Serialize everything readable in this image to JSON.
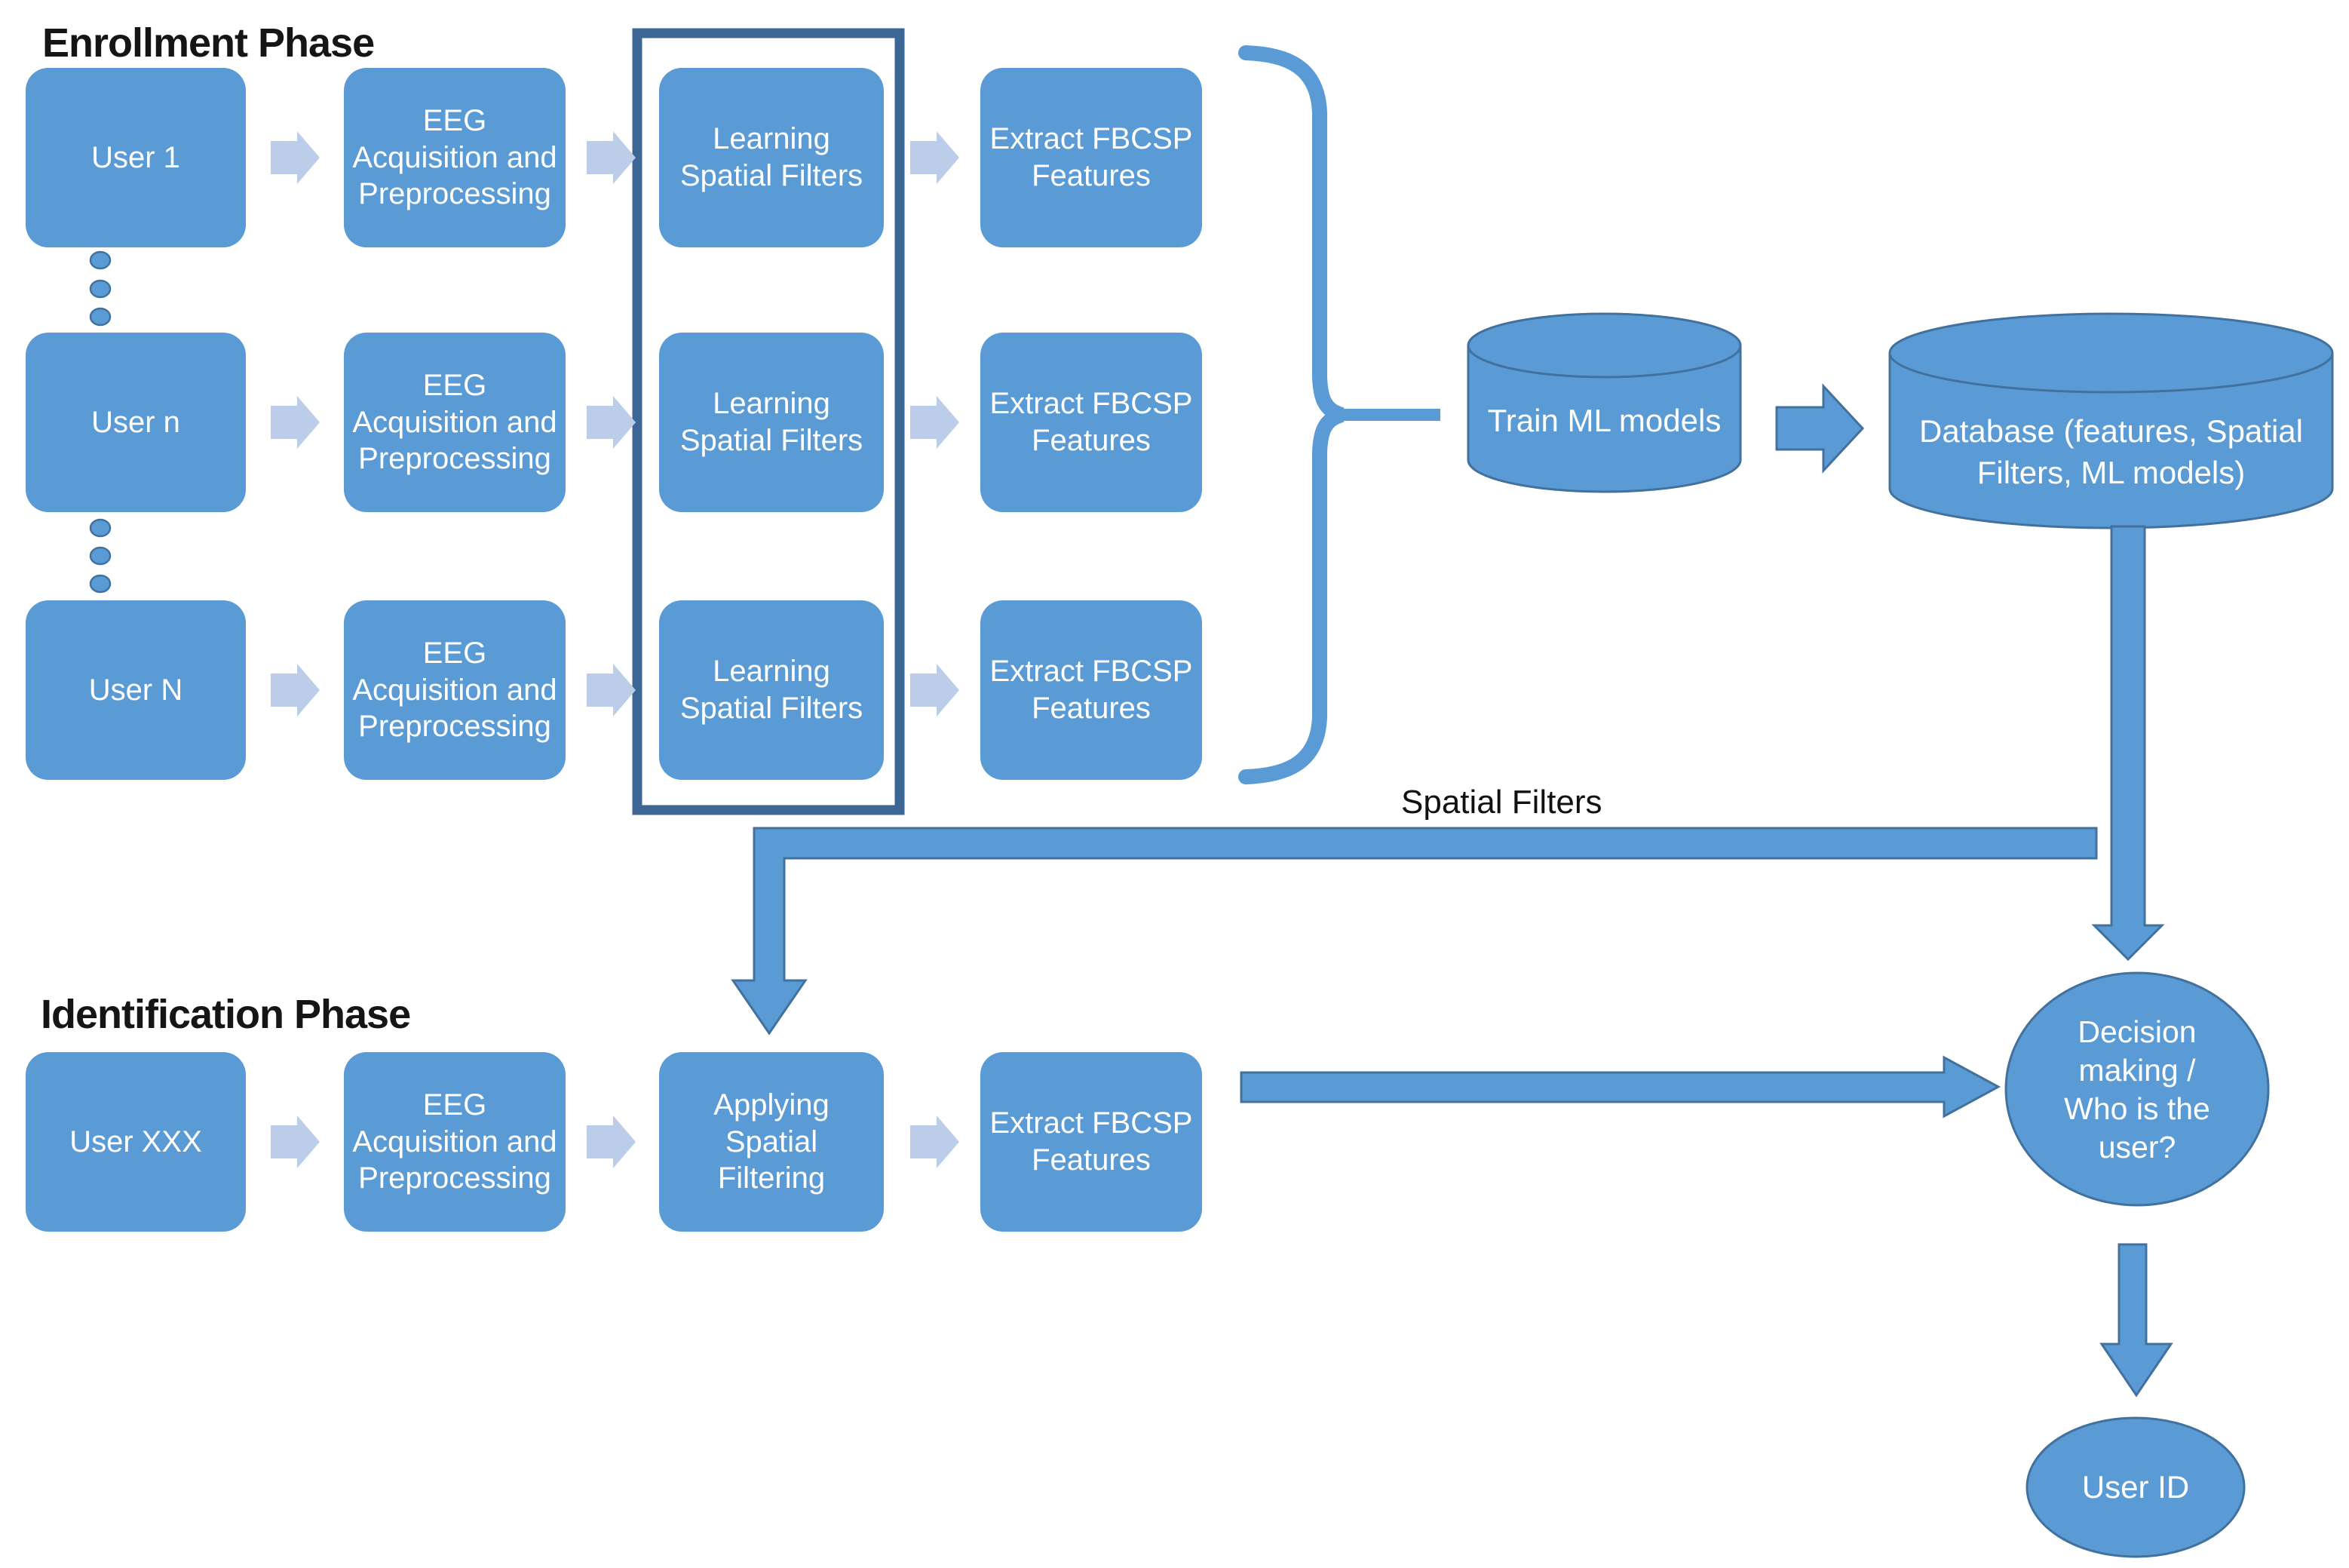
{
  "diagram": {
    "titles": {
      "enrollment": "Enrollment Phase",
      "identification": "Identification Phase"
    },
    "annotations": {
      "spatial_filters": "Spatial Filters"
    },
    "enrollment": {
      "users": [
        "User 1",
        "User n",
        "User N"
      ],
      "steps": {
        "acquisition": "EEG Acquisition and Preprocessing",
        "learning": "Learning Spatial Filters",
        "extract": "Extract FBCSP Features"
      }
    },
    "identification": {
      "user": "User XXX",
      "steps": {
        "acquisition": "EEG Acquisition and Preprocessing",
        "applying": "Applying Spatial Filtering",
        "extract": "Extract FBCSP Features"
      }
    },
    "nodes": {
      "train": "Train ML models",
      "database": "Database (features, Spatial Filters, ML models)",
      "decision": "Decision making / Who is the user?",
      "user_id": "User ID"
    },
    "colors": {
      "node_fill": "#5B9BD5",
      "node_outline": "#41719C",
      "light_arrow": "#BCCDEA",
      "frame_outline": "#3C6795",
      "node_text": "#FFFFFF",
      "title_text": "#151515",
      "background": "#FFFFFF"
    }
  }
}
